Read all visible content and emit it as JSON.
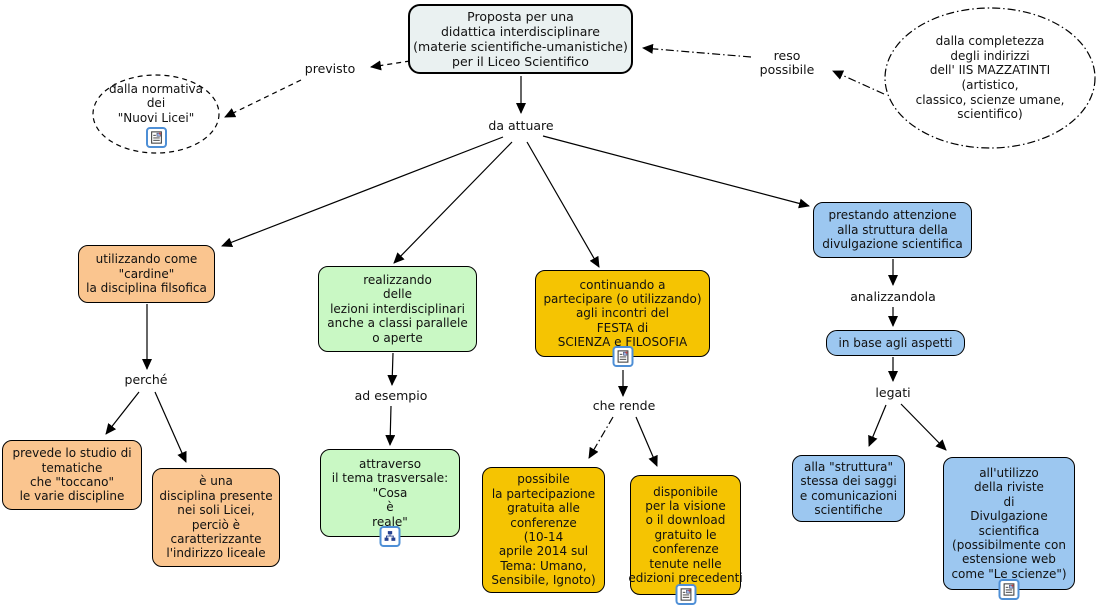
{
  "nodes": {
    "main": {
      "text": "Proposta per una\ndidattica interdisciplinare\n(materie scientifiche-umanistiche)\nper il Liceo Scientifico"
    },
    "normativa": {
      "text": "dalla normativa\ndei\n\"Nuovi Licei\""
    },
    "completezza": {
      "text": "dalla completezza\ndegli indirizzi\ndell' IIS MAZZATINTI\n(artistico,\nclassico, scienze umane,\nscientifico)"
    },
    "cardine": {
      "text": "utilizzando come\n\"cardine\"\nla disciplina filsofica"
    },
    "lezioni": {
      "text": "realizzando\ndelle\nlezioni interdisciplinari\nanche a classi parallele\no aperte"
    },
    "festa": {
      "text": "continuando a\npartecipare (o utilizzando)\nagli incontri del\nFESTA di\nSCIENZA e FILOSOFIA"
    },
    "prestando": {
      "text": "prestando attenzione\nalla struttura della\ndivulgazione scientifica"
    },
    "prevede": {
      "text": "prevede lo studio di\ntematiche\nche \"toccano\"\nle varie discipline"
    },
    "disciplina": {
      "text": "è una\ndisciplina presente\nnei soli Licei,\nperciò è\ncaratterizzante\nl'indirizzo liceale"
    },
    "tema": {
      "text": "attraverso\nil tema trasversale:\n\"Cosa\nè\nreale\""
    },
    "partecipazione": {
      "text": "possibile\nla partecipazione\ngratuita alle\nconferenze\n(10-14\naprile 2014 sul\nTema: Umano,\nSensibile, Ignoto)"
    },
    "download": {
      "text": "disponibile\nper la visione\no il download\ngratuito le\nconferenze\ntenute nelle\nedizioni precedenti"
    },
    "aspetti": {
      "text": "in base agli aspetti"
    },
    "struttura": {
      "text": "alla \"struttura\"\nstessa dei saggi\ne comunicazioni\nscientifiche"
    },
    "riviste": {
      "text": "all'utilizzo\ndella riviste\ndi\nDivulgazione\nscientifica\n(possibilmente con\nestensione web\ncome \"Le scienze\")"
    }
  },
  "labels": {
    "previsto": "previsto",
    "reso_possibile": "reso\npossibile",
    "da_attuare": "da attuare",
    "perche": "perché",
    "ad_esempio": "ad esempio",
    "che_rende": "che rende",
    "analizzandola": "analizzandola",
    "legati": "legati"
  },
  "icons": {
    "document_resource": "document-with-image",
    "concept_map_resource": "mini-concept-map"
  },
  "colors": {
    "background": "#FFFFFF",
    "main_node_fill": "#EAF1F1",
    "orange_fill": "#FAC58F",
    "green_fill": "#C9F8C4",
    "gold_fill": "#F5C402",
    "blue_fill": "#9CC7F0",
    "node_border": "#000000",
    "icon_border": "#4E8FD6"
  }
}
